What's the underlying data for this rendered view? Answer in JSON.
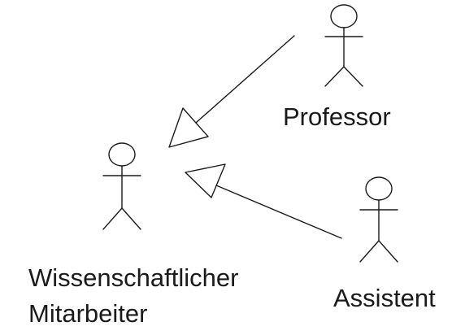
{
  "actors": {
    "professor": {
      "label": "Professor"
    },
    "wissenschaftlicher_mitarbeiter": {
      "label_line1": "Wissenschaftlicher",
      "label_line2": "Mitarbeiter"
    },
    "assistent": {
      "label": "Assistent"
    }
  },
  "colors": {
    "stroke": "#1a1a1a",
    "background": "#ffffff"
  }
}
